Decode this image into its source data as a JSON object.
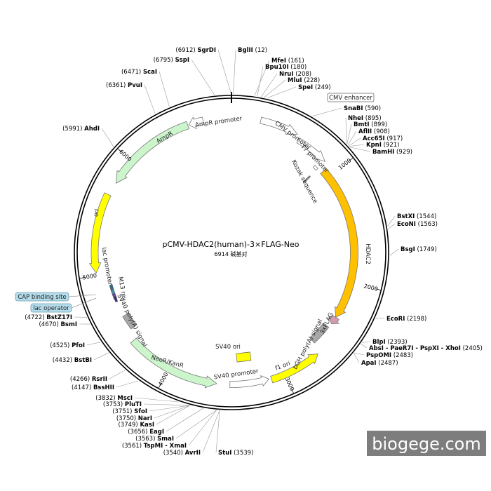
{
  "plasmid": {
    "name": "pCMV-HDAC2(human)-3×FLAG-Neo",
    "size_text": "6914 碱基对",
    "length": 6914
  },
  "watermark": "biogege.com",
  "ticks": [
    "1000",
    "2000",
    "3000",
    "4000",
    "5000",
    "6000"
  ],
  "features": [
    {
      "name": "CMV enhancer",
      "boxed": true
    },
    {
      "name": "CMV promoter"
    },
    {
      "name": "T7 promoter"
    },
    {
      "name": "Kozak sequence"
    },
    {
      "name": "HDAC2"
    },
    {
      "name": "3xFLAG"
    },
    {
      "name": "bGH poly(A) signal"
    },
    {
      "name": "f1 ori"
    },
    {
      "name": "SV40 promoter"
    },
    {
      "name": "SV40 ori"
    },
    {
      "name": "NeoR/KanR"
    },
    {
      "name": "SV40 poly(A) signal"
    },
    {
      "name": "M13 rev"
    },
    {
      "name": "lac promoter"
    },
    {
      "name": "CAP binding site",
      "boxed": true
    },
    {
      "name": "lac operator",
      "boxed": true
    },
    {
      "name": "ori"
    },
    {
      "name": "AmpR"
    },
    {
      "name": "AmpR promoter"
    }
  ],
  "colors": {
    "ampr": "#ccf5cc",
    "neo": "#ccf5cc",
    "ori": "#ffff00",
    "hdac2": "#ffc000",
    "grey": "#a8a8a8",
    "flag": "#d49ab0",
    "boxed_fill": "#b4dcea"
  },
  "sites": [
    {
      "name": "SgrDI",
      "pos": "(6912)"
    },
    {
      "name": "BglII",
      "pos": "(12)"
    },
    {
      "name": "SspI",
      "pos": "(6795)"
    },
    {
      "name": "MfeI",
      "pos": "(161)"
    },
    {
      "name": "Bpu10I",
      "pos": "(180)"
    },
    {
      "name": "ScaI",
      "pos": "(6471)"
    },
    {
      "name": "NruI",
      "pos": "(208)"
    },
    {
      "name": "MluI",
      "pos": "(228)"
    },
    {
      "name": "PvuI",
      "pos": "(6361)"
    },
    {
      "name": "SpeI",
      "pos": "(249)"
    },
    {
      "name": "SnaBI",
      "pos": "(590)"
    },
    {
      "name": "AhdI",
      "pos": "(5991)"
    },
    {
      "name": "NheI",
      "pos": "(895)"
    },
    {
      "name": "BmtI",
      "pos": "(899)"
    },
    {
      "name": "AflII",
      "pos": "(908)"
    },
    {
      "name": "Acc65I",
      "pos": "(917)"
    },
    {
      "name": "KpnI",
      "pos": "(921)"
    },
    {
      "name": "BamHI",
      "pos": "(929)"
    },
    {
      "name": "BstXI",
      "pos": "(1544)"
    },
    {
      "name": "EcoNI",
      "pos": "(1563)"
    },
    {
      "name": "BsgI",
      "pos": "(1749)"
    },
    {
      "name": "EcoRI",
      "pos": "(2198)"
    },
    {
      "name": "BstZ17I",
      "pos": "(4722)"
    },
    {
      "name": "BsmI",
      "pos": "(4670)"
    },
    {
      "name": "BlpI",
      "pos": "(2393)"
    },
    {
      "name": "AbsI - PaeR7I - PspXI - XhoI",
      "pos": "(2405)"
    },
    {
      "name": "PspOMI",
      "pos": "(2483)"
    },
    {
      "name": "ApaI",
      "pos": "(2487)"
    },
    {
      "name": "PfoI",
      "pos": "(4525)"
    },
    {
      "name": "BstBI",
      "pos": "(4432)"
    },
    {
      "name": "RsrII",
      "pos": "(4266)"
    },
    {
      "name": "BssHII",
      "pos": "(4147)"
    },
    {
      "name": "MscI",
      "pos": "(3832)"
    },
    {
      "name": "PluTI",
      "pos": "(3753)"
    },
    {
      "name": "SfoI",
      "pos": "(3751)"
    },
    {
      "name": "NarI",
      "pos": "(3750)"
    },
    {
      "name": "KasI",
      "pos": "(3749)"
    },
    {
      "name": "EagI",
      "pos": "(3656)"
    },
    {
      "name": "SmaI",
      "pos": "(3563)"
    },
    {
      "name": "TspMI - XmaI",
      "pos": "(3561)"
    },
    {
      "name": "AvrII",
      "pos": "(3540)"
    },
    {
      "name": "StuI",
      "pos": "(3539)"
    }
  ]
}
